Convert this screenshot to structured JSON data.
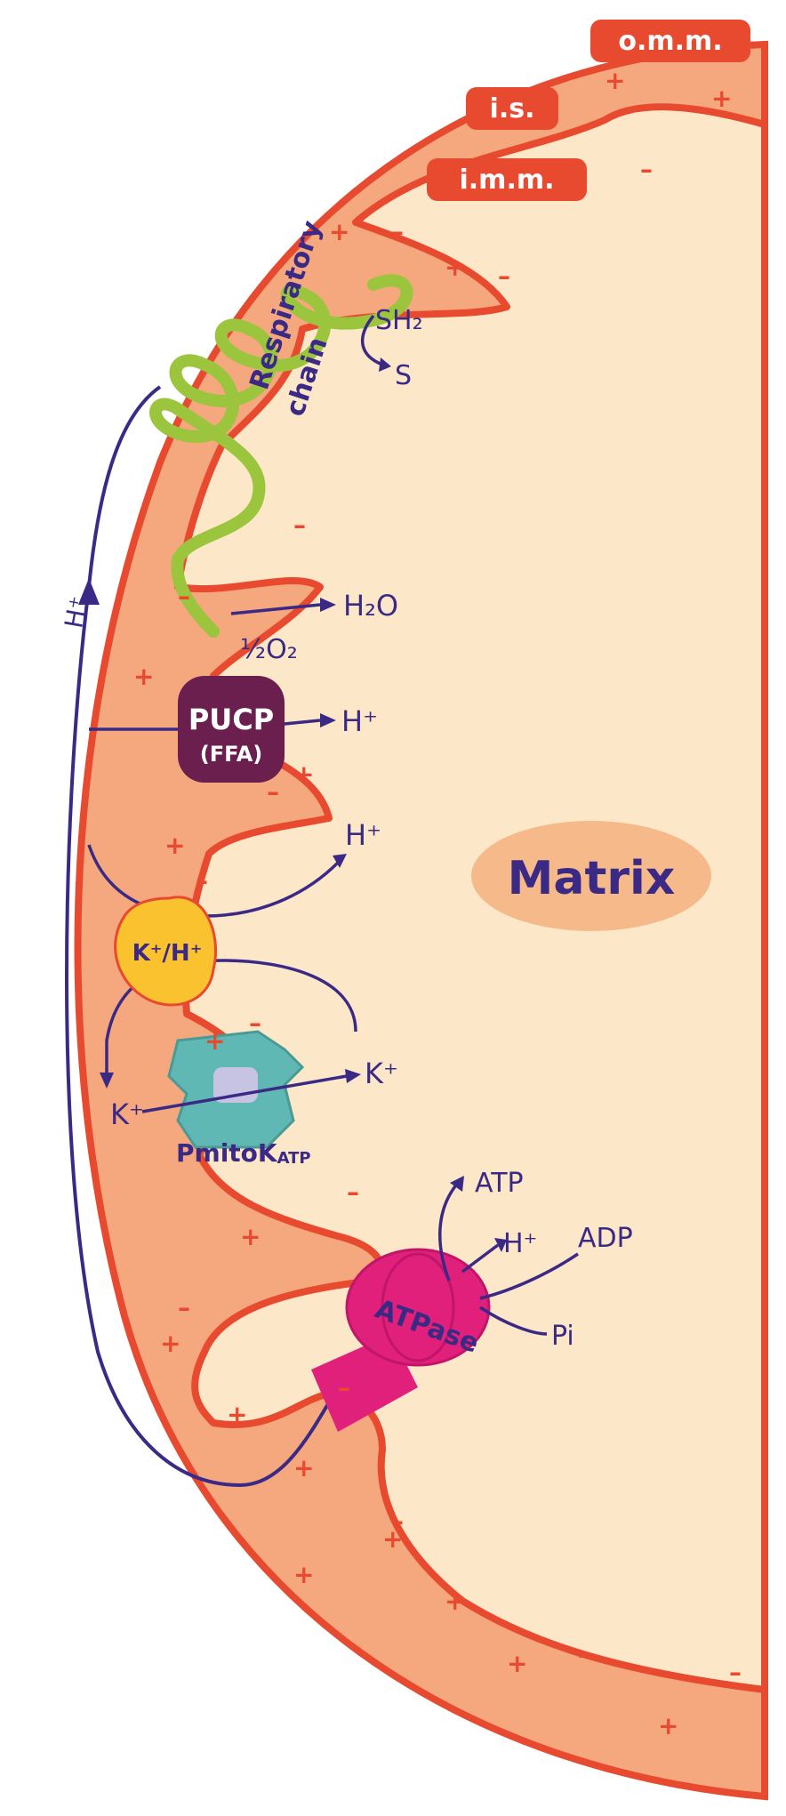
{
  "labels": {
    "omm": "o.m.m.",
    "is": "i.s.",
    "imm": "i.m.m.",
    "matrix": "Matrix"
  },
  "proteins": {
    "respiratory_chain_line1": "Respiratory",
    "respiratory_chain_line2": "chain",
    "pucp": "PUCP",
    "pucp_sub": "(FFA)",
    "kh": "K⁺/H⁺",
    "pmitok": "PmitoK",
    "pmitok_sub": "ATP",
    "atpase": "ATPase"
  },
  "chemicals": {
    "sh2": "SH₂",
    "s": "S",
    "half_o2": "½O₂",
    "h2o": "H₂O",
    "h_plus": "H⁺",
    "k_plus": "K⁺",
    "atp": "ATP",
    "adp": "ADP",
    "pi": "Pi"
  },
  "charges": {
    "plus": "+",
    "minus": "–"
  },
  "colors": {
    "membrane": "#e84a2f",
    "intermembrane": "#f5a77e",
    "matrix": "#fde7c9",
    "arrow": "#3b2a85",
    "respiratory": "#9bc53d",
    "pucp": "#6a1f4f",
    "kh": "#f9c22e",
    "pmitok": "#5fb8b3",
    "atpase": "#e0207a"
  }
}
